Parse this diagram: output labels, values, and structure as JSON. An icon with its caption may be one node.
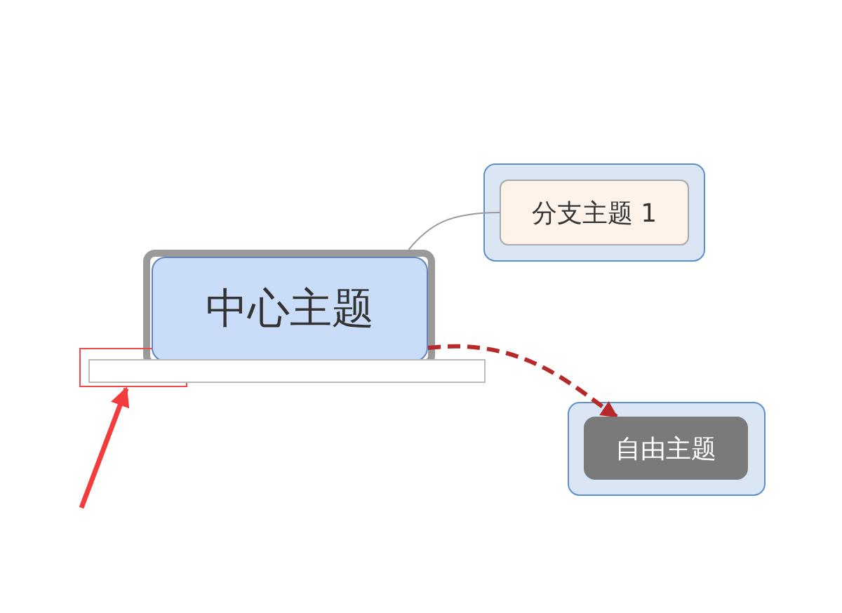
{
  "diagram": {
    "nodes": [
      {
        "text": [
          "中心主题"
        ]
      },
      {
        "text": [
          "分支主题 1"
        ]
      },
      {
        "text": [
          "自由主题"
        ]
      },
      {
        "text": [],
        "shape": "box"
      }
    ],
    "edges": [
      {
        "from": 0,
        "to": 1,
        "arrow": "none"
      },
      {
        "from": 0,
        "to": 2,
        "arrow": "to",
        "style": "dashed",
        "color": "#b8292a"
      },
      {
        "from": null,
        "to": 3,
        "arrow": "to",
        "color": "#f43c3c"
      }
    ]
  }
}
